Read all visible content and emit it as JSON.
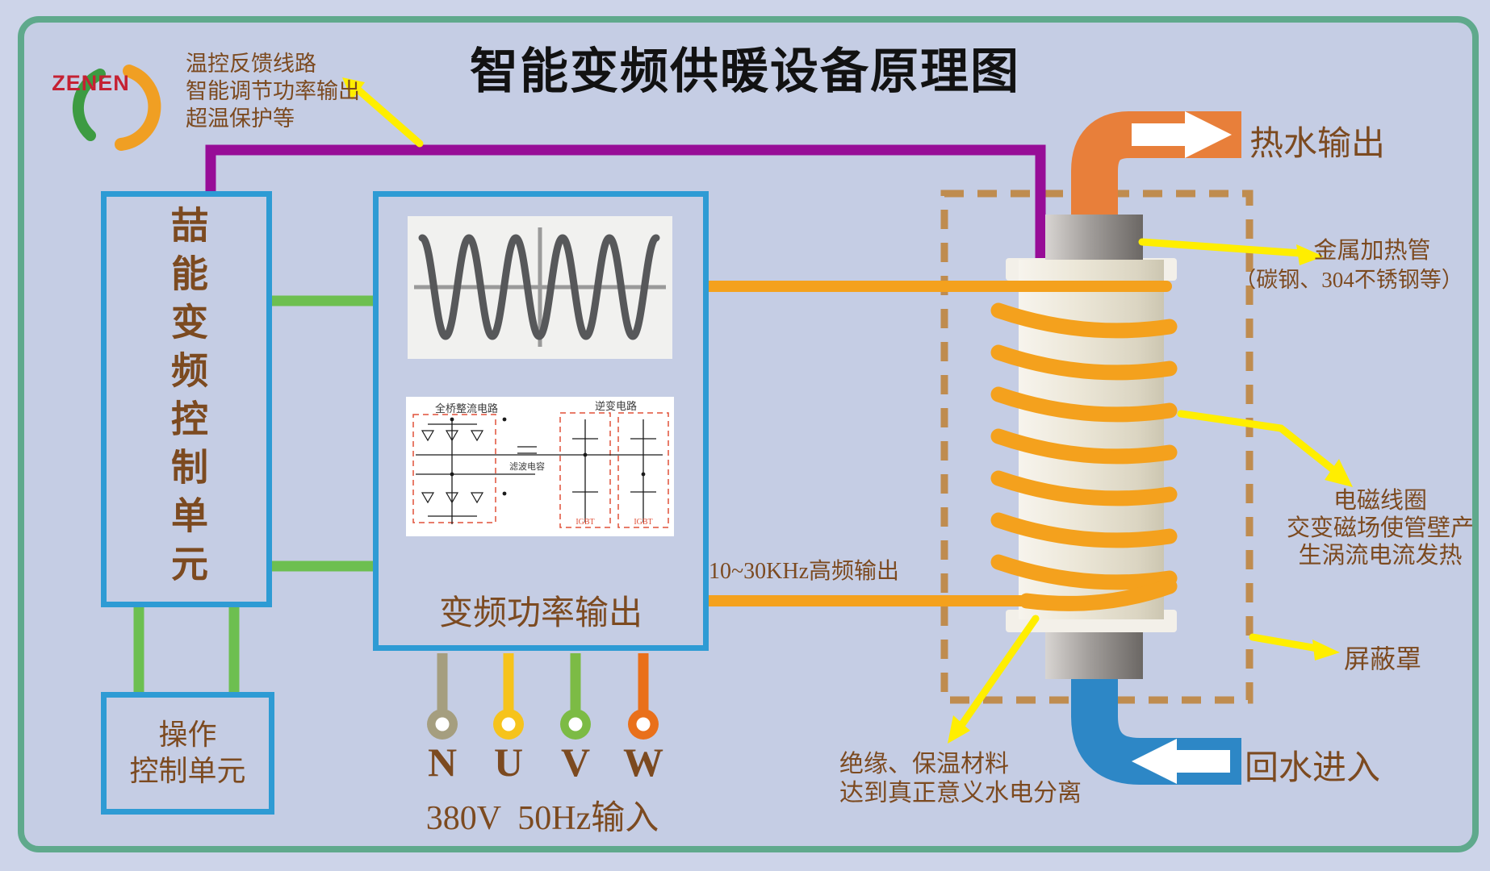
{
  "title": "智能变频供暖设备原理图",
  "logo": {
    "text": "ZENEN"
  },
  "feedback": {
    "line1": "温控反馈线路",
    "line2": "智能调节功率输出",
    "line3": "超温保护等"
  },
  "control_box": {
    "label": "喆能变频控制单元"
  },
  "operation_box": {
    "line1": "操作",
    "line2": "控制单元"
  },
  "inverter": {
    "output_label": "变频功率输出",
    "circuit": {
      "rectifier_label": "全桥整流电路",
      "inverter_label": "逆变电路",
      "capacitor_label": "滤波电容",
      "igbt1": "IGBT",
      "igbt2": "IGBT"
    }
  },
  "terminals": {
    "items": [
      {
        "letter": "N",
        "color": "#a59e7f"
      },
      {
        "letter": "U",
        "color": "#f6c31c"
      },
      {
        "letter": "V",
        "color": "#7cbb45"
      },
      {
        "letter": "W",
        "color": "#e9701a"
      }
    ],
    "input_label": "380V  50Hz输入"
  },
  "hf_label": "10~30KHz高频输出",
  "hot_water_label": "热水输出",
  "return_water_label": "回水进入",
  "notes": {
    "tube_line1": "金属加热管",
    "tube_line2": "（碳钢、304不锈钢等）",
    "coil_line1": "电磁线圈",
    "coil_line2": "交变磁场使管壁产",
    "coil_line3": "生涡流电流发热",
    "shield": "屏蔽罩",
    "insulation_line1": "绝缘、保温材料",
    "insulation_line2": "达到真正意义水电分离"
  },
  "colors": {
    "purple": "#970d97",
    "green_line": "#6dbf50",
    "orange_line": "#f4a11d",
    "dash_brown": "#bf8c4f",
    "arrow_yellow": "#ffee00",
    "pipe_hot": "#e87f3a",
    "pipe_return": "#2d87c6",
    "box_blue": "#2e9bd4",
    "frame_teal": "#5fa98c",
    "text_brown": "#7c4a20",
    "circuit_red": "#e05038"
  }
}
